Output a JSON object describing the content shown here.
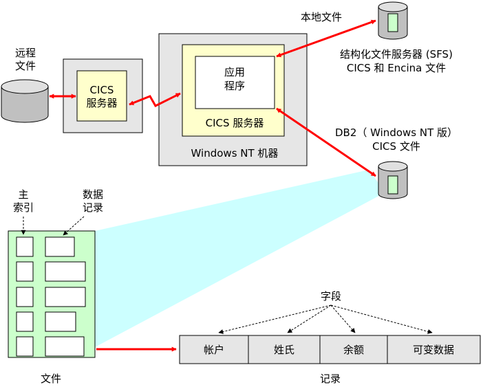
{
  "remote_files": {
    "line1": "远程",
    "line2": "文件"
  },
  "left_server": {
    "line1": "CICS",
    "line2": "服务器"
  },
  "nt_machine": {
    "label": "Windows NT 机器",
    "server_label": "CICS 服务器",
    "app_line1": "应用",
    "app_line2": "程序"
  },
  "local_file": "本地文件",
  "sfs": {
    "line1": "结构化文件服务器 (SFS)",
    "line2": "CICS 和 Encina 文件"
  },
  "db2": {
    "line1": "DB2（ Windows NT 版）",
    "line2": "CICS 文件"
  },
  "file_panel": {
    "primary_index_line1": "主",
    "primary_index_line2": "索引",
    "data_record_line1": "数据",
    "data_record_line2": "记录",
    "caption": "文件"
  },
  "record": {
    "fields_label": "字段",
    "cells": [
      "帐户",
      "姓氏",
      "余额",
      "可变数据"
    ],
    "caption": "记录"
  },
  "colors": {
    "machine_fill": "#e6e6e6",
    "server_fill": "#ffffcc",
    "file_fill": "#ccffcc",
    "highlight": "#ccffff",
    "arrow": "#ff0000",
    "db_body": "#c0c0c0"
  }
}
